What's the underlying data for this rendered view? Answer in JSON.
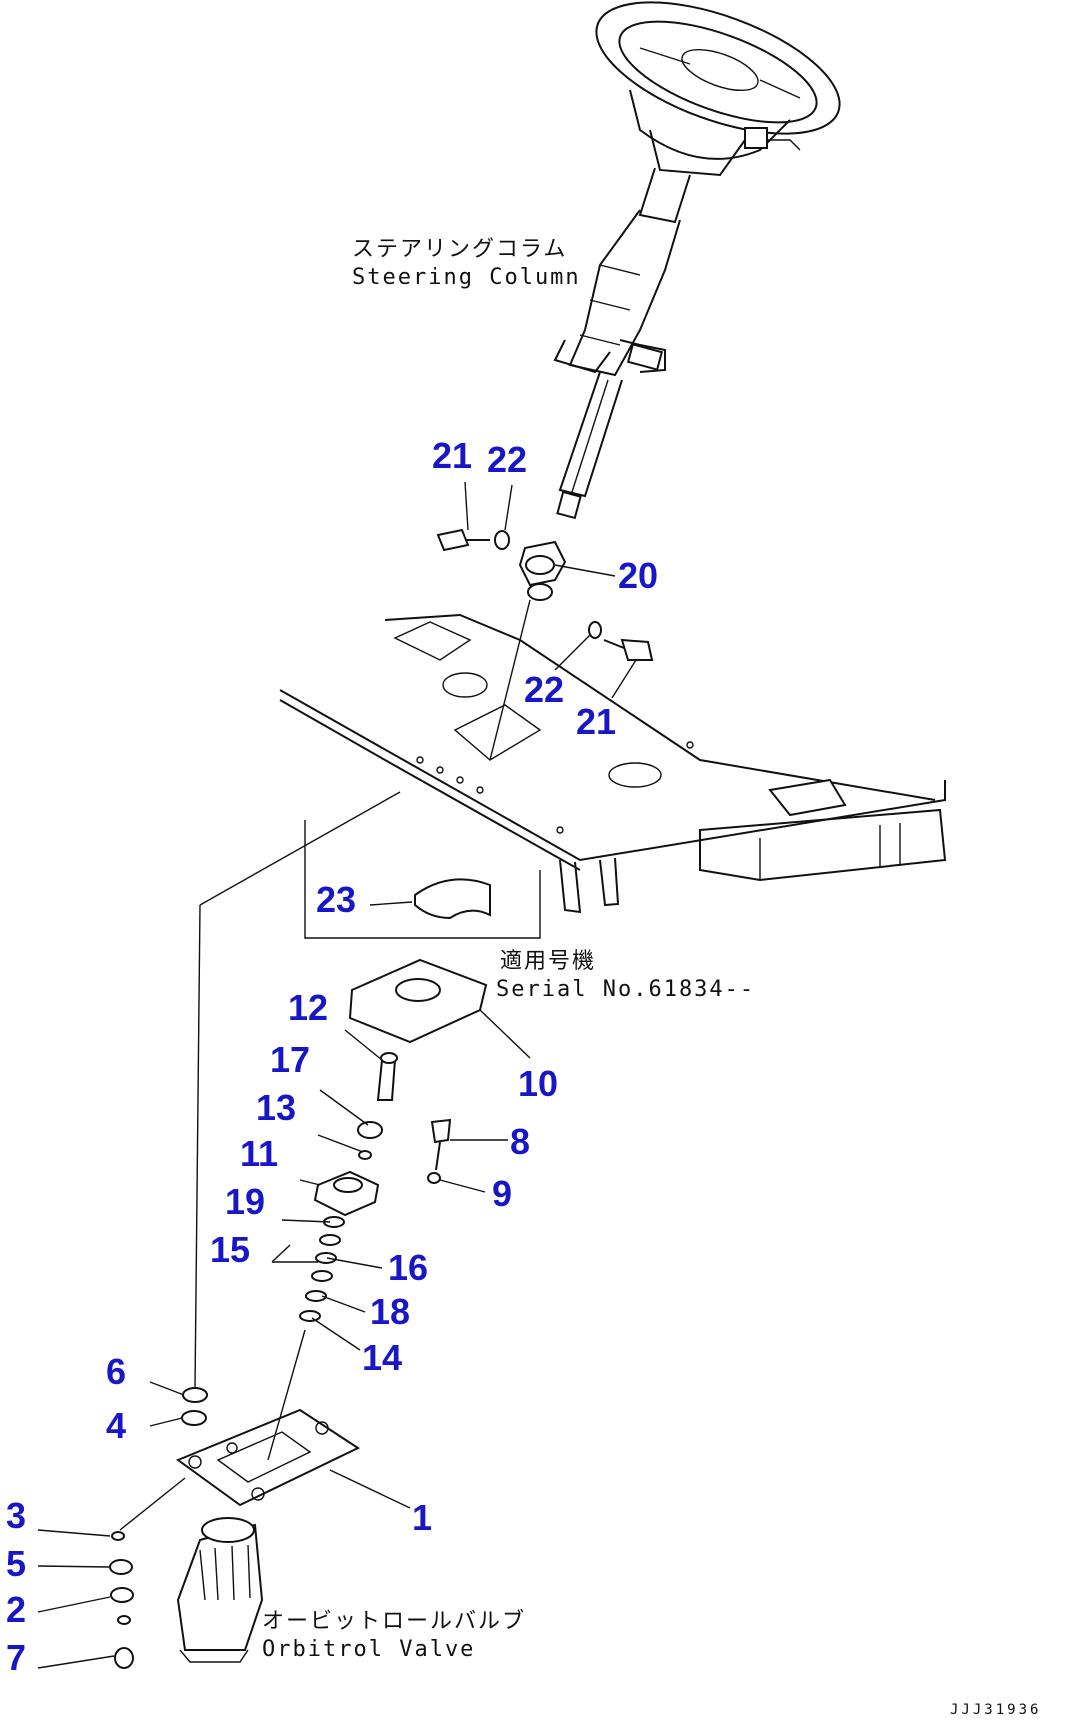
{
  "diagram": {
    "captions": {
      "steering_column_jp": "ステアリングコラム",
      "steering_column_en": "Steering Column",
      "serial_jp": "適用号機",
      "serial_en": "Serial No.61834--",
      "orbitrol_jp": "オービットロールバルブ",
      "orbitrol_en": "Orbitrol Valve",
      "drawing_ref": "JJJ31936"
    },
    "callouts": {
      "c1": "1",
      "c2": "2",
      "c3": "3",
      "c4": "4",
      "c5": "5",
      "c6": "6",
      "c7": "7",
      "c8": "8",
      "c9": "9",
      "c10": "10",
      "c11": "11",
      "c12": "12",
      "c13": "13",
      "c14": "14",
      "c15": "15",
      "c16": "16",
      "c17": "17",
      "c18": "18",
      "c19": "19",
      "c20": "20",
      "c21a": "21",
      "c21b": "21",
      "c22a": "22",
      "c22b": "22",
      "c23": "23"
    },
    "colors": {
      "callout": "#1717c8",
      "line": "#111111",
      "background": "#ffffff"
    }
  }
}
